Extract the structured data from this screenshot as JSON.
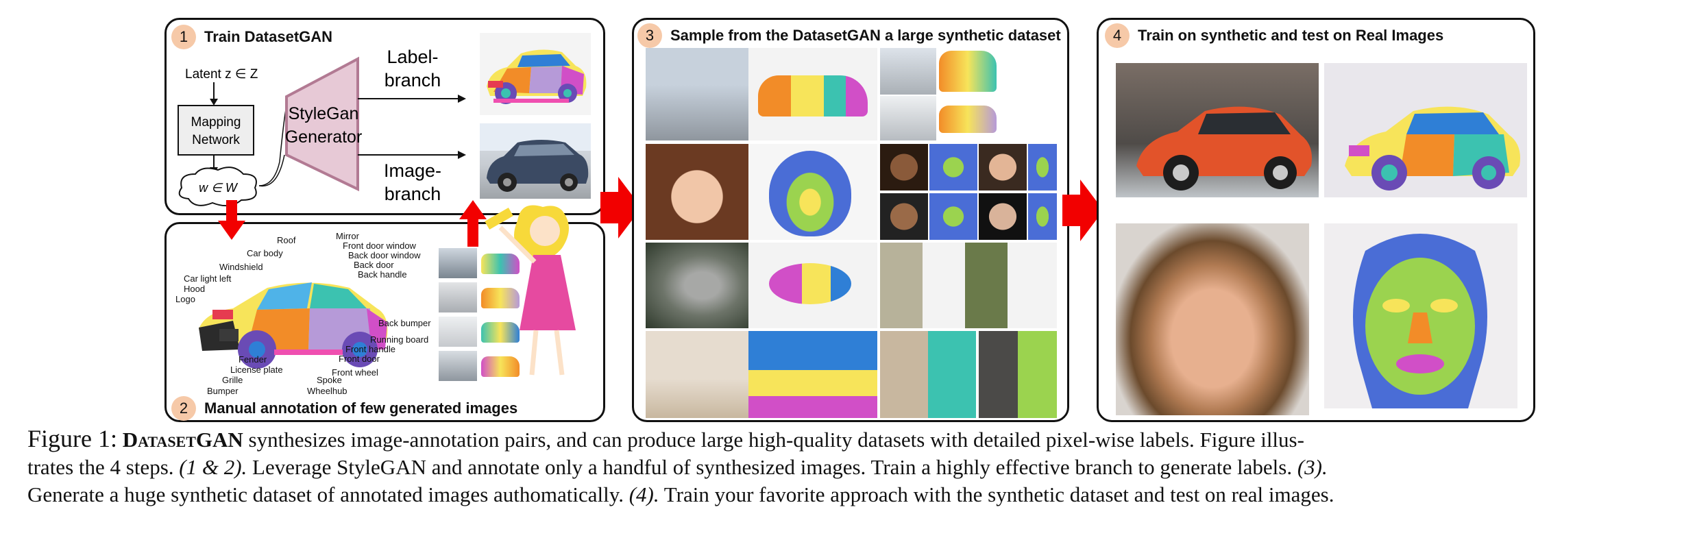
{
  "steps": {
    "step1": {
      "num": "1",
      "title": "Train DatasetGAN"
    },
    "step2": {
      "num": "2",
      "title": "Manual annotation of few generated images"
    },
    "step3": {
      "num": "3",
      "title": "Sample from the DatasetGAN a large synthetic dataset"
    },
    "step4": {
      "num": "4",
      "title": "Train on synthetic and test on Real Images"
    }
  },
  "diagram": {
    "latent": "Latent z ∈ Z",
    "mapping": [
      "Mapping",
      "Network"
    ],
    "w_space": "w ∈ W",
    "generator": [
      "StyleGan",
      "Generator"
    ],
    "label_branch": [
      "Label-",
      "branch"
    ],
    "image_branch": [
      "Image-",
      "branch"
    ]
  },
  "car_parts": {
    "left": [
      "Roof",
      "Car body",
      "Windshield",
      "Car light left",
      "Hood",
      "Logo"
    ],
    "top": [
      "Mirror",
      "Front door window",
      "Back door window",
      "Back door",
      "Back handle"
    ],
    "right": [
      "Back bumper",
      "Running board",
      "Front handle",
      "Front door",
      "Front wheel"
    ],
    "bottom": [
      "Fender",
      "License plate",
      "Grille",
      "Bumper",
      "Spoke",
      "Wheelhub"
    ]
  },
  "caption": {
    "fig_label": "Figure 1:",
    "name": "DatasetGAN",
    "line1": " synthesizes image-annotation pairs, and can produce large high-quality datasets with detailed pixel-wise labels. Figure illus-",
    "line2a": "trates the 4 steps. ",
    "line2b": "(1 & 2).",
    "line2c": " Leverage StyleGAN and annotate only a handful of synthesized images. Train a highly effective branch to generate labels. ",
    "line2d": "(3).",
    "line3a": "Generate a huge synthetic dataset of annotated images authomatically. ",
    "line3b": "(4).",
    "line3c": " Train your favorite approach with the synthetic dataset and test on real images."
  },
  "colors": {
    "arrow_red": "#f20000",
    "step_badge": "#f6c9a8",
    "generator_fill": "#e7c9d6",
    "generator_stroke": "#b27a93"
  }
}
